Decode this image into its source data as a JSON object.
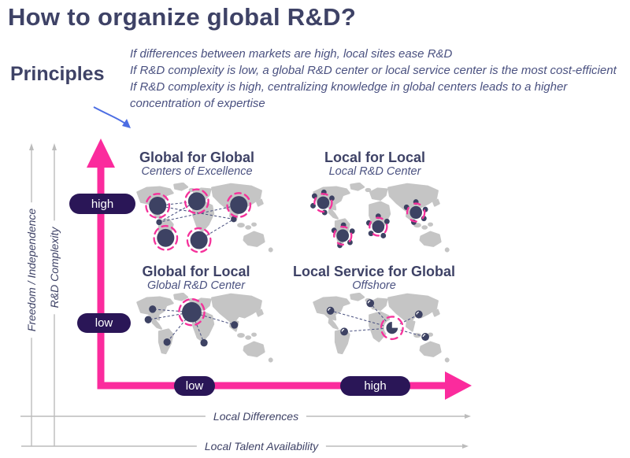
{
  "slide": {
    "title": "How to organize global R&D?",
    "principles_label": "Principles",
    "principles_lines": [
      "If differences between markets are high, local sites ease R&D",
      "If R&D complexity is low, a global R&D center or local service center is the most cost-efficient",
      "If R&D complexity is high, centralizing knowledge in global centers leads to a higher concentration of expertise"
    ]
  },
  "axes": {
    "vertical_outer_label": "Freedom / Independence",
    "vertical_inner_label": "R&D Complexity",
    "horizontal_inner_label": "Local Differences",
    "horizontal_outer_label": "Local Talent Availability",
    "vertical_high": "high",
    "vertical_low": "low",
    "horizontal_low": "low",
    "horizontal_high": "high"
  },
  "quadrants": [
    {
      "id": "global-for-global",
      "title": "Global for Global",
      "subtitle": "Centers of Excellence"
    },
    {
      "id": "local-for-local",
      "title": "Local for Local",
      "subtitle": "Local R&D Center"
    },
    {
      "id": "global-for-local",
      "title": "Global for Local",
      "subtitle": "Global R&D Center"
    },
    {
      "id": "local-service-for-global",
      "title": "Local Service for Global",
      "subtitle": "Offshore"
    }
  ],
  "colors": {
    "navy_text": "#3e4266",
    "italic_text": "#4a5180",
    "pink": "#fb2b9d",
    "ring_pink": "#f5329b",
    "pill_purple": "#2a1657",
    "map_gray": "#c5c5c5",
    "axis_gray": "#bcbcbc",
    "dot_navy": "#3d4263",
    "link_navy": "#4a5180",
    "blue_arrow": "#4d6ee3"
  },
  "maps": {
    "q1": {
      "type": "hubs",
      "hubs": [
        [
          35,
          31
        ],
        [
          89,
          25
        ],
        [
          147,
          30
        ],
        [
          46,
          74
        ],
        [
          92,
          77
        ]
      ],
      "minis": [
        [
          37,
          53
        ],
        [
          140,
          49
        ]
      ],
      "links": [
        [
          35,
          31,
          89,
          25
        ],
        [
          35,
          31,
          140,
          49
        ],
        [
          89,
          25,
          37,
          53
        ],
        [
          147,
          30,
          37,
          53
        ],
        [
          92,
          77,
          140,
          49
        ]
      ]
    },
    "q2": {
      "type": "clusters",
      "clusters": [
        {
          "c": [
            20,
            27
          ],
          "sats": [
            [
              -12,
              -9
            ],
            [
              1,
              -14
            ],
            [
              12,
              -6
            ],
            [
              -14,
              4
            ],
            [
              2,
              13
            ]
          ]
        },
        {
          "c": [
            47,
            71
          ],
          "sats": [
            [
              -12,
              -7
            ],
            [
              1,
              -14
            ],
            [
              13,
              -6
            ],
            [
              10,
              9
            ],
            [
              -4,
              13
            ]
          ]
        },
        {
          "c": [
            96,
            59
          ],
          "sats": [
            [
              -13,
              -5
            ],
            [
              0,
              -14
            ],
            [
              12,
              -7
            ],
            [
              -10,
              9
            ],
            [
              7,
              12
            ]
          ]
        },
        {
          "c": [
            148,
            40
          ],
          "sats": [
            [
              -13,
              -7
            ],
            [
              0,
              -14
            ],
            [
              13,
              -4
            ],
            [
              11,
              8
            ],
            [
              -3,
              13
            ]
          ]
        }
      ]
    },
    "q3": {
      "type": "spokes",
      "hub": [
        82,
        26
      ],
      "sats": [
        [
          28,
          22
        ],
        [
          22,
          36
        ],
        [
          48,
          66
        ],
        [
          99,
          67
        ],
        [
          141,
          43
        ]
      ]
    },
    "q4": {
      "type": "offshore",
      "hub": [
        115,
        47
      ],
      "sats": [
        [
          30,
          24
        ],
        [
          85,
          14
        ],
        [
          49,
          52
        ],
        [
          152,
          29
        ],
        [
          161,
          59
        ]
      ]
    }
  }
}
